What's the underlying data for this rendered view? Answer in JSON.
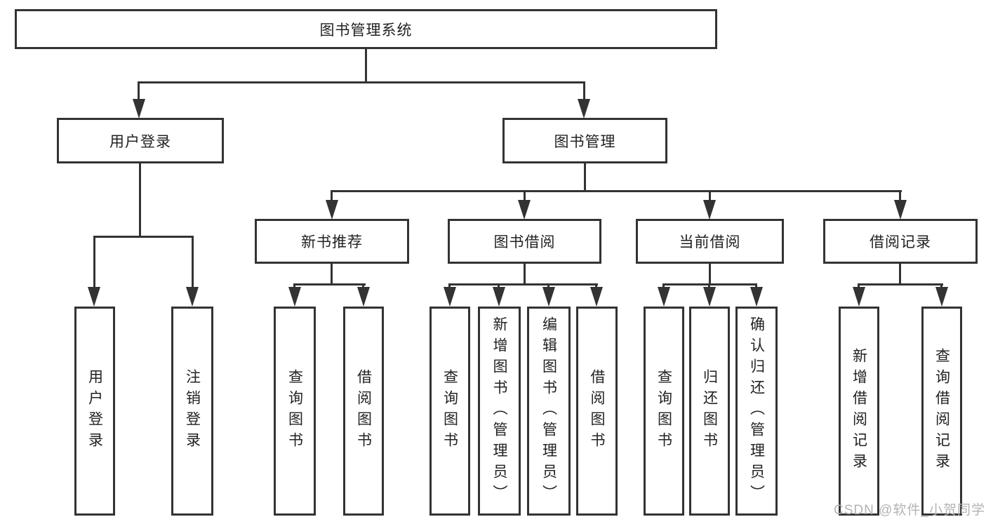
{
  "tree": {
    "root": "图书管理系统",
    "branches": [
      {
        "label": "用户登录",
        "leaves": [
          "用户登录",
          "注销登录"
        ]
      },
      {
        "label": "图书管理",
        "groups": [
          {
            "label": "新书推荐",
            "leaves": [
              "查询图书",
              "借阅图书"
            ]
          },
          {
            "label": "图书借阅",
            "leaves": [
              "查询图书",
              "新增图书（管理员）",
              "编辑图书（管理员）",
              "借阅图书"
            ]
          },
          {
            "label": "当前借阅",
            "leaves": [
              "查询图书",
              "归还图书",
              "确认归还（管理员）"
            ]
          },
          {
            "label": "借阅记录",
            "leaves": [
              "新增借阅记录",
              "查询借阅记录"
            ]
          }
        ]
      }
    ]
  },
  "watermark": "CSDN @软件_小贺同学",
  "colors": {
    "line": "#333333",
    "text": "#222222",
    "watermark": "#b3b3b3",
    "background": "#ffffff"
  }
}
